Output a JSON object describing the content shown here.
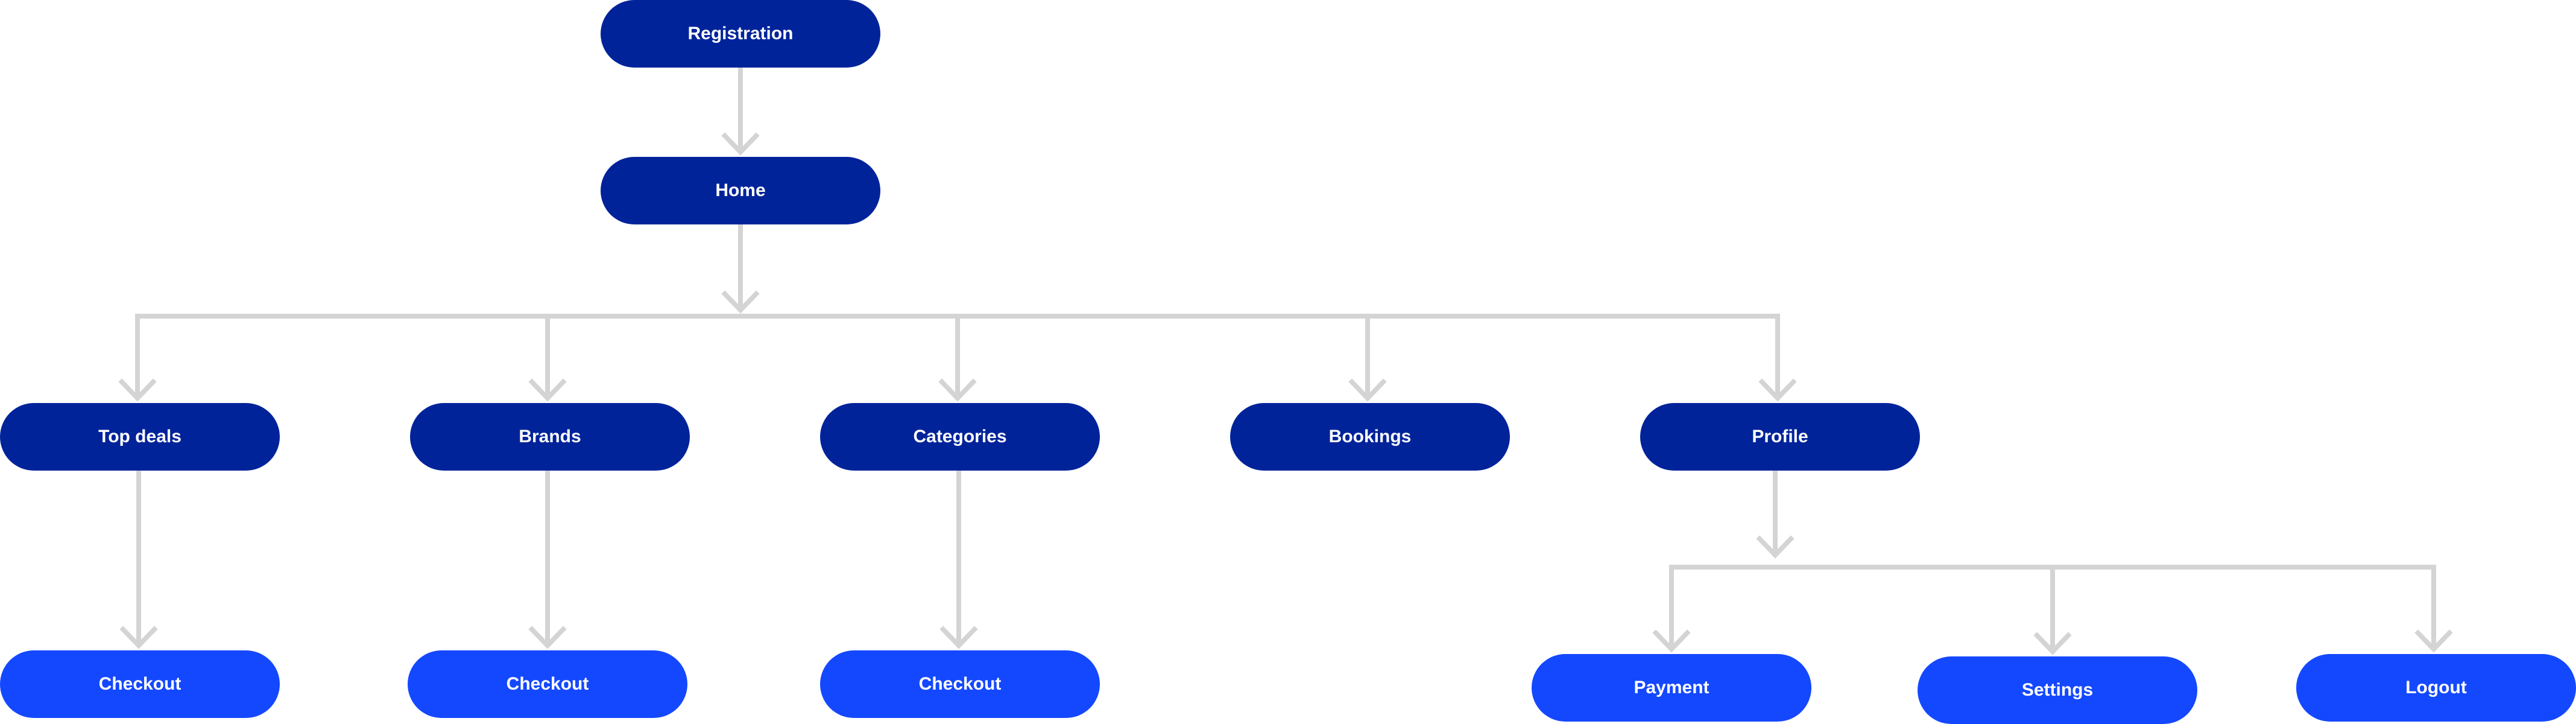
{
  "colors": {
    "primary_node": "#00239a",
    "secondary_node": "#1448ff",
    "connector": "#d4d4d4",
    "label": "#ffffff"
  },
  "nodes": {
    "registration": "Registration",
    "home": "Home",
    "top_deals": "Top deals",
    "brands": "Brands",
    "categories": "Categories",
    "bookings": "Bookings",
    "profile": "Profile",
    "checkout_top_deals": "Checkout",
    "checkout_brands": "Checkout",
    "checkout_categories": "Checkout",
    "payment": "Payment",
    "settings": "Settings",
    "logout": "Logout"
  }
}
